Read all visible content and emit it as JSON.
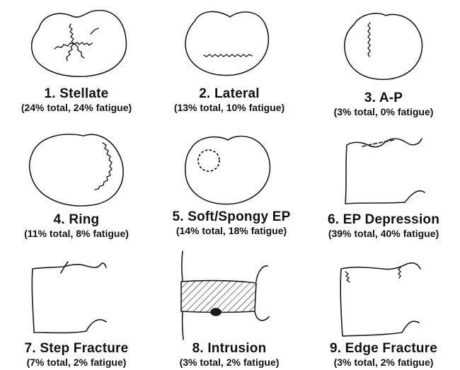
{
  "panels": [
    {
      "title": "1.  Stellate",
      "subtitle": "(24% total, 24% fatigue)",
      "icon": "stellate-crack-endplate-sketch"
    },
    {
      "title": "2.  Lateral",
      "subtitle": "(13% total, 10% fatigue)",
      "icon": "lateral-crack-endplate-sketch"
    },
    {
      "title": "3.  A-P",
      "subtitle": "(3% total, 0% fatigue)",
      "icon": "anteroposterior-crack-endplate-sketch"
    },
    {
      "title": "4.  Ring",
      "subtitle": "(11% total, 8% fatigue)",
      "icon": "ring-crack-endplate-sketch"
    },
    {
      "title": "5.  Soft/Spongy  EP",
      "subtitle": "(14% total, 18% fatigue)",
      "icon": "soft-spongy-endplate-sketch"
    },
    {
      "title": "6.  EP Depression",
      "subtitle": "(39% total, 40% fatigue)",
      "icon": "endplate-depression-sketch"
    },
    {
      "title": "7. Step Fracture",
      "subtitle": "(7% total, 2% fatigue)",
      "icon": "step-fracture-sketch"
    },
    {
      "title": "8. Intrusion",
      "subtitle": "(3% total, 2% fatigue)",
      "icon": "intrusion-sketch"
    },
    {
      "title": "9. Edge Fracture",
      "subtitle": "(3% total, 2% fatigue)",
      "icon": "edge-fracture-sketch"
    }
  ]
}
